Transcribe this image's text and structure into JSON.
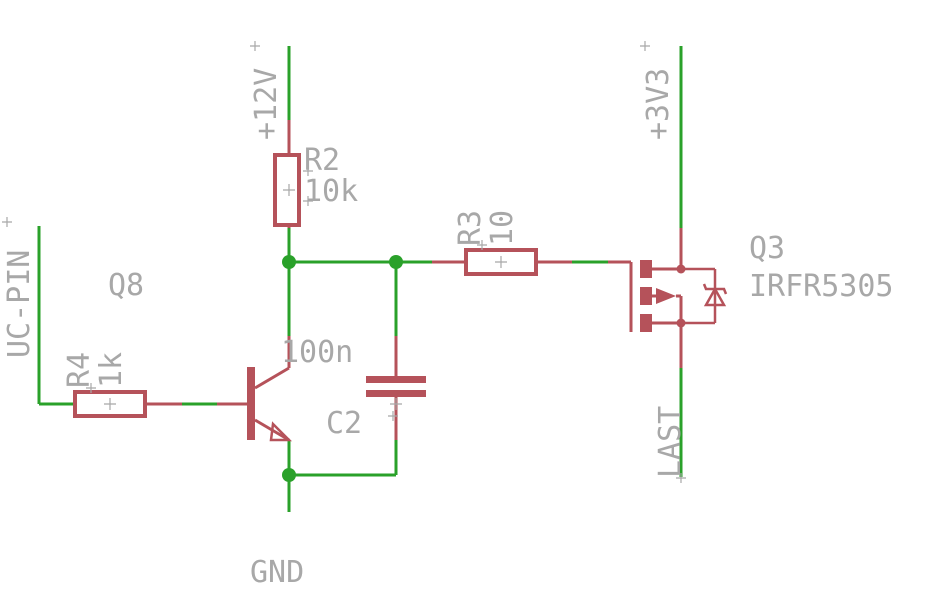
{
  "supplies": {
    "v12": "+12V",
    "v3v3": "+3V3",
    "gnd": "GND"
  },
  "net_labels": {
    "uc_pin": "UC-PIN",
    "last": "LAST"
  },
  "components": {
    "r2": {
      "name": "R2",
      "value": "10k"
    },
    "r3": {
      "name": "R3",
      "value": "10"
    },
    "r4": {
      "name": "R4",
      "value": "1k"
    },
    "c2": {
      "name": "C2",
      "value": "100n"
    },
    "q8": {
      "name": "Q8"
    },
    "q3": {
      "name": "Q3",
      "value": "IRFR5305"
    }
  },
  "colors": {
    "wire": "#2aa12a",
    "symbol": "#b5525a",
    "text": "#a8a8a8",
    "background": "#ffffff"
  }
}
